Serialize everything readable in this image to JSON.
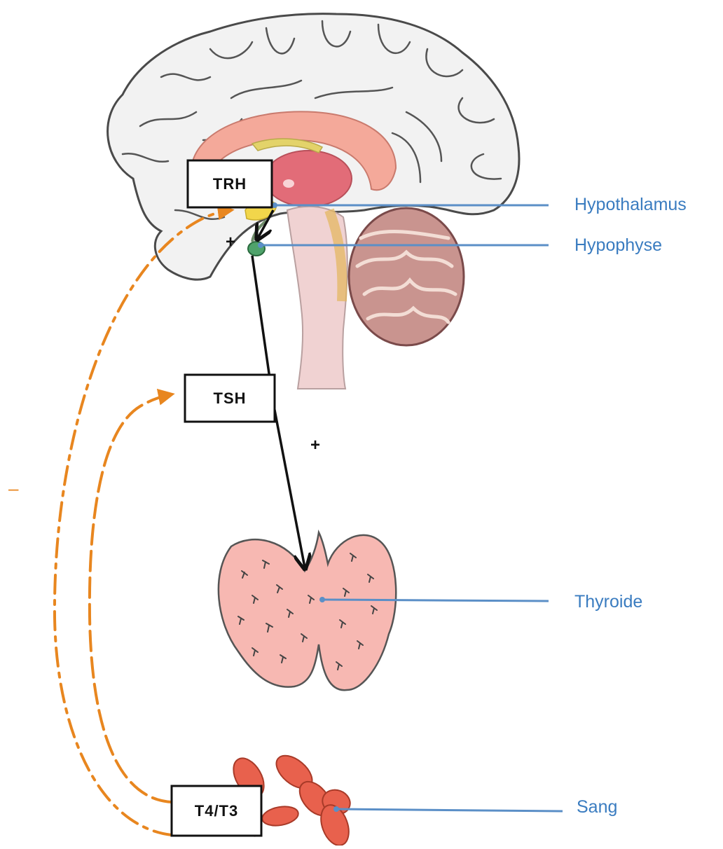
{
  "colors": {
    "label_blue": "#3a7cc0",
    "leader_blue": "#5b8fc7",
    "feedback_orange": "#e8861f",
    "arrow_black": "#111111",
    "thyroid_pink": "#f7b8b2",
    "blood_red": "#e8614d"
  },
  "hormones": {
    "trh": "TRH",
    "tsh": "TSH",
    "t4t3": "T4/T3"
  },
  "organs": {
    "hypothalamus": "Hypothalamus",
    "hypophyse": "Hypophyse",
    "thyroide": "Thyroide",
    "sang": "Sang"
  },
  "signs": {
    "plus_pituitary": "+",
    "plus_thyroid": "+",
    "minus_feedback": "–"
  }
}
